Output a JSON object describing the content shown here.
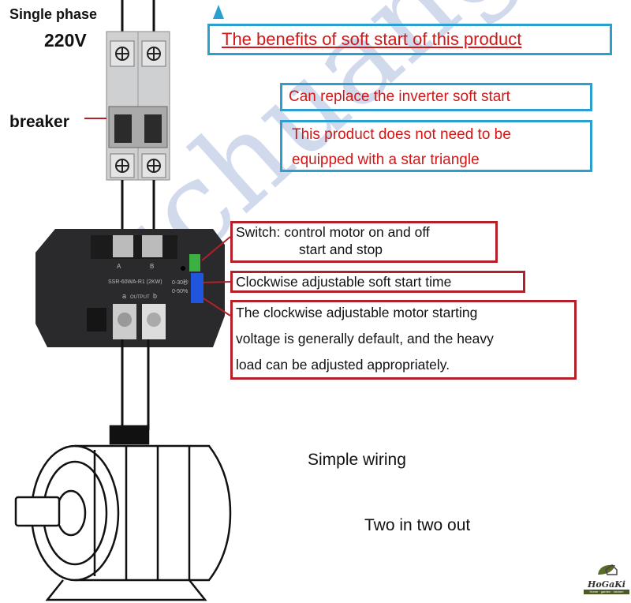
{
  "labels": {
    "single_phase": "Single phase",
    "voltage": "220V",
    "breaker": "breaker",
    "simple_wiring": "Simple wiring",
    "two_in_two_out": "Two in two out"
  },
  "benefits": {
    "title": "The benefits of soft start of this product",
    "items": [
      "Can replace the inverter soft start",
      "This product does not need to be",
      "equipped with a star triangle"
    ]
  },
  "callouts": {
    "switch_line1": "Switch: control motor on and off",
    "switch_line2": "start and stop",
    "soft_start_time": "Clockwise adjustable soft start time",
    "voltage_line1": "The clockwise adjustable motor starting",
    "voltage_line2": "voltage is generally default, and the heavy",
    "voltage_line3": "load can be adjusted appropriately."
  },
  "device": {
    "model": "SSR-60WA-R1 (2KW)",
    "terminal_a": "A",
    "terminal_b": "B",
    "output_a": "a",
    "output_b": "b",
    "output_label": "OUTPUT",
    "time_range": "0-30秒",
    "voltage_range": "0-50%"
  },
  "watermark": "fuchuang",
  "logo": {
    "name": "HoGaKi",
    "tagline": "Home · garden · kitchen"
  },
  "colors": {
    "blue_border": "#2a9fd0",
    "red_border": "#b4202a",
    "red_text": "#d01818"
  }
}
